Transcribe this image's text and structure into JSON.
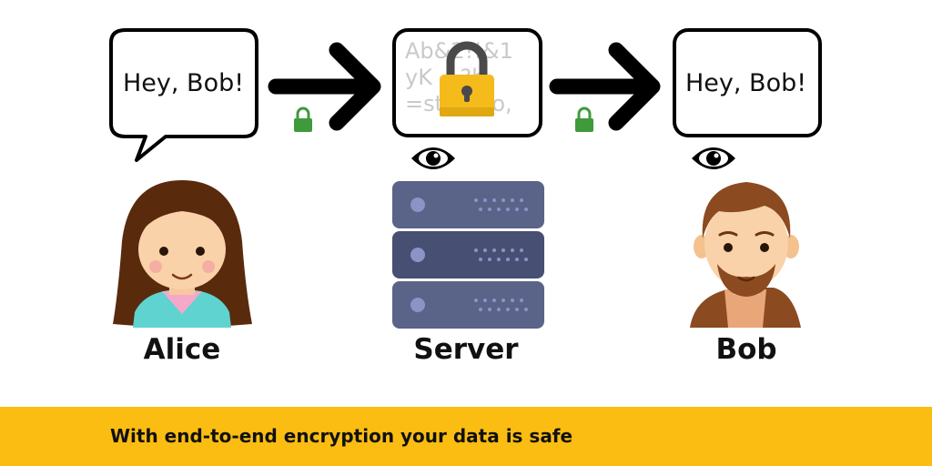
{
  "alice": {
    "message": "Hey, Bob!",
    "name": "Alice"
  },
  "server": {
    "cipher_lines": [
      "Ab&2!!&1",
      "yK    ?b",
      "=st  5%o,"
    ],
    "name": "Server"
  },
  "bob": {
    "message": "Hey, Bob!",
    "name": "Bob"
  },
  "footer": {
    "text": "With end-to-end encryption your data is safe"
  },
  "icons": {
    "transit_lock": "lock-icon",
    "server_lock": "padlock-icon",
    "observer": "eye-icon",
    "arrow": "arrow-right-icon"
  },
  "colors": {
    "banner": "#fbbd12",
    "lock_green": "#3f9a3c",
    "padlock_gold": "#f4bb1b",
    "server_slate": "#5a6388",
    "server_light": "#8a94c6"
  }
}
